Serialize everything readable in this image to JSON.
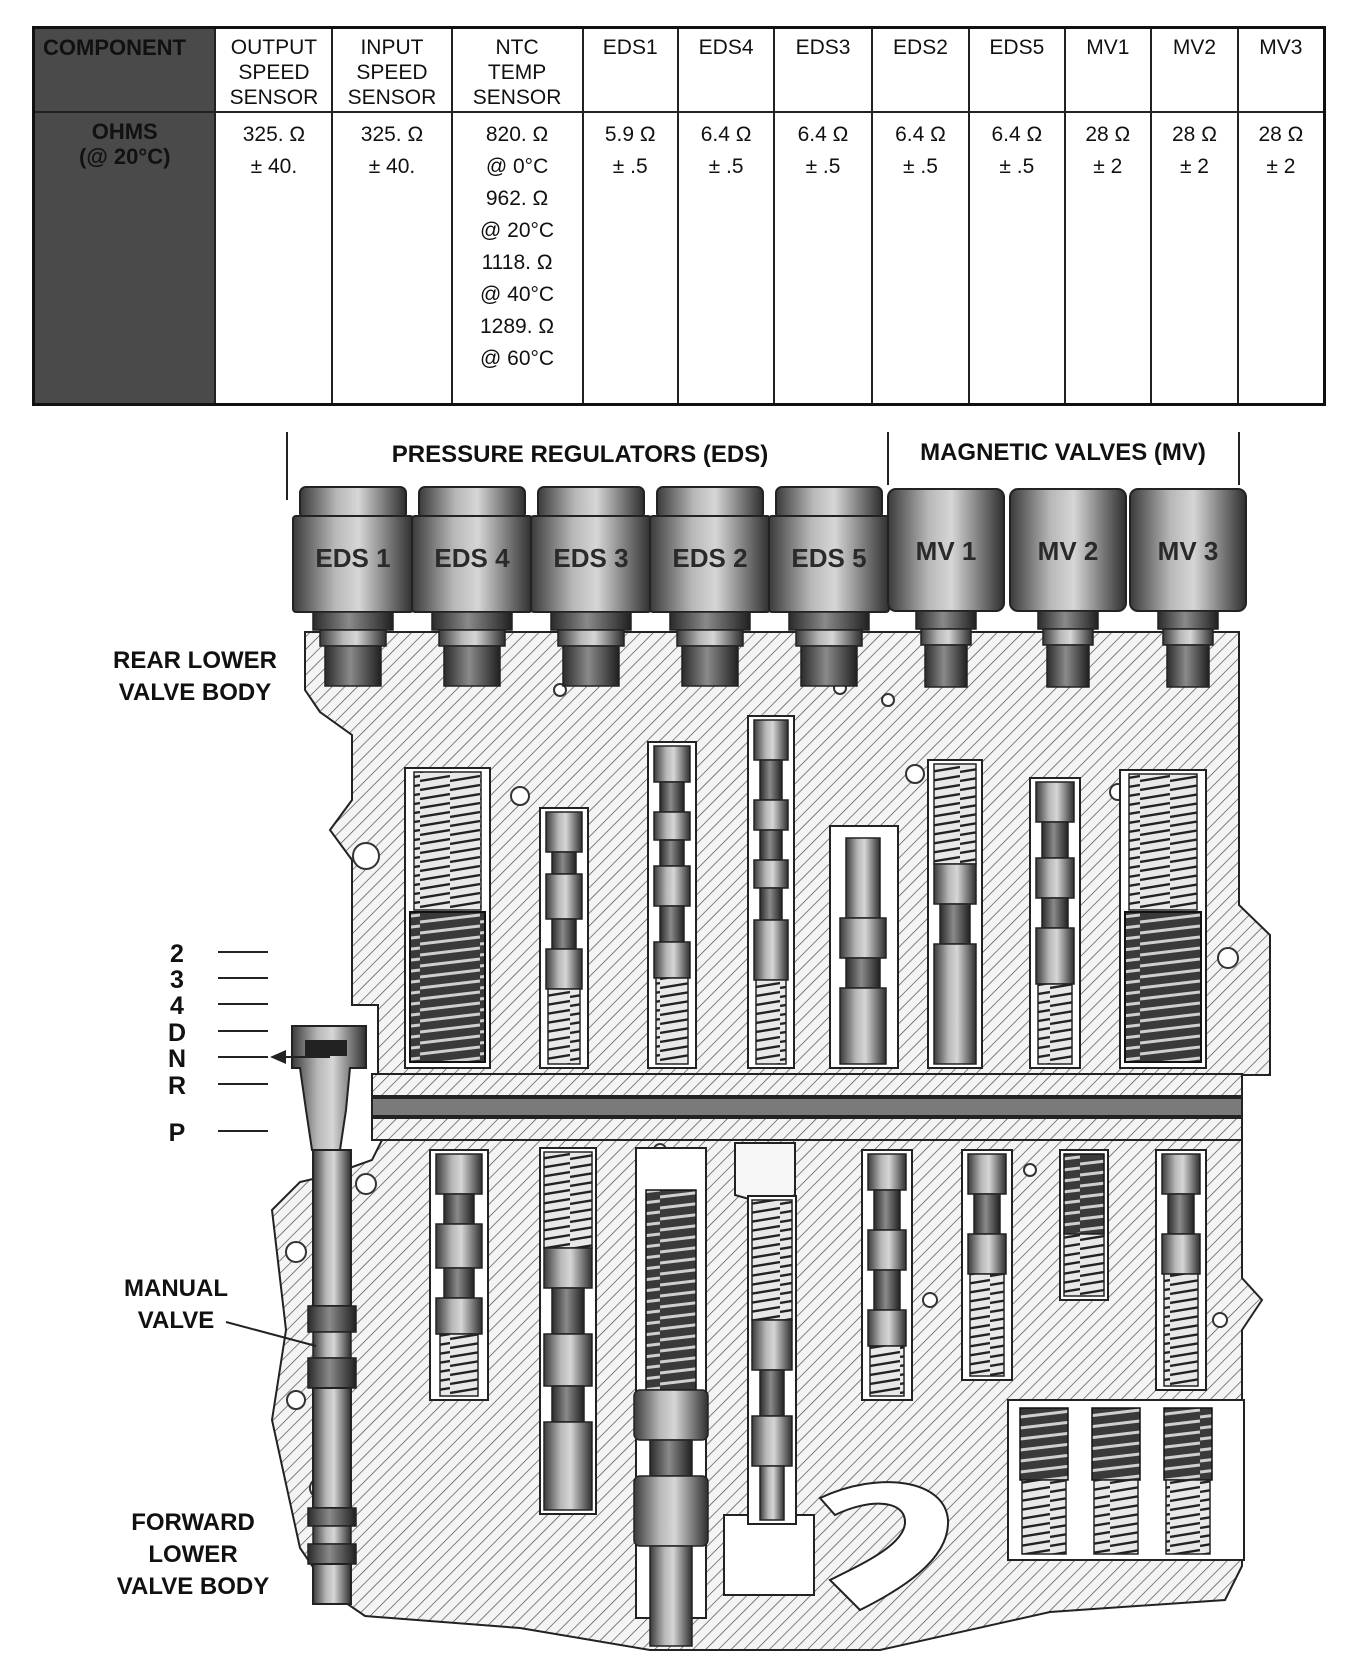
{
  "table": {
    "corner_label": "COMPONENT",
    "row_label": [
      "OHMS",
      "(@ 20°C)"
    ],
    "columns": [
      {
        "header": [
          "OUTPUT",
          "SPEED",
          "SENSOR"
        ],
        "values": [
          "325. Ω",
          "± 40."
        ]
      },
      {
        "header": [
          "INPUT",
          "SPEED",
          "SENSOR"
        ],
        "values": [
          "325. Ω",
          "± 40."
        ]
      },
      {
        "header": [
          "NTC",
          "TEMP",
          "SENSOR"
        ],
        "values": [
          "820. Ω",
          "@ 0°C",
          "962. Ω",
          "@ 20°C",
          "1118. Ω",
          "@ 40°C",
          "1289. Ω",
          "@ 60°C"
        ]
      },
      {
        "header": [
          "EDS1"
        ],
        "values": [
          "5.9 Ω",
          "± .5"
        ]
      },
      {
        "header": [
          "EDS4"
        ],
        "values": [
          "6.4 Ω",
          "± .5"
        ]
      },
      {
        "header": [
          "EDS3"
        ],
        "values": [
          "6.4 Ω",
          "± .5"
        ]
      },
      {
        "header": [
          "EDS2"
        ],
        "values": [
          "6.4 Ω",
          "± .5"
        ]
      },
      {
        "header": [
          "EDS5"
        ],
        "values": [
          "6.4 Ω",
          "± .5"
        ]
      },
      {
        "header": [
          "MV1"
        ],
        "values": [
          "28 Ω",
          "± 2"
        ]
      },
      {
        "header": [
          "MV2"
        ],
        "values": [
          "28 Ω",
          "± 2"
        ]
      },
      {
        "header": [
          "MV3"
        ],
        "values": [
          "28 Ω",
          "± 2"
        ]
      }
    ]
  },
  "diagram": {
    "group_pressure_regulators": "PRESSURE REGULATORS (EDS)",
    "group_magnetic_valves": "MAGNETIC VALVES (MV)",
    "solenoids": [
      "EDS 1",
      "EDS 4",
      "EDS 3",
      "EDS 2",
      "EDS 5",
      "MV 1",
      "MV 2",
      "MV 3"
    ],
    "rear_lower_valve_body": [
      "REAR LOWER",
      "VALVE BODY"
    ],
    "manual_valve": [
      "MANUAL",
      "VALVE"
    ],
    "forward_lower_valve_body": [
      "FORWARD",
      "LOWER",
      "VALVE BODY"
    ],
    "gear_positions": [
      "2",
      "3",
      "4",
      "D",
      "N",
      "R",
      "P"
    ]
  }
}
